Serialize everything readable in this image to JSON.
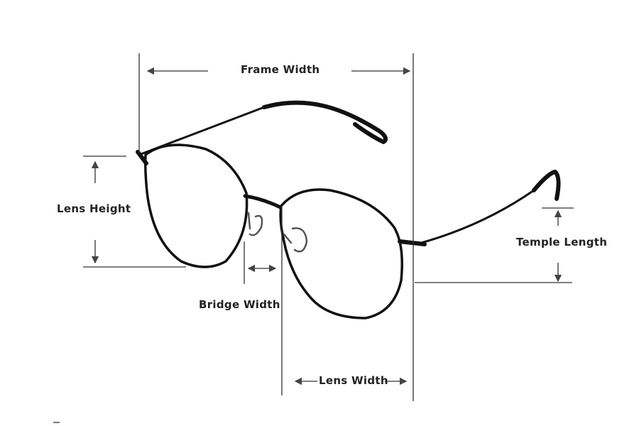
{
  "labels": {
    "frame_width": "Frame Width",
    "lens_height": "Lens Height",
    "temple_length": "Temple Length",
    "bridge_width": "Bridge Width",
    "lens_width": "Lens Width"
  },
  "colors": {
    "frame": "#111111",
    "guide": "#333333",
    "text": "#222222"
  }
}
